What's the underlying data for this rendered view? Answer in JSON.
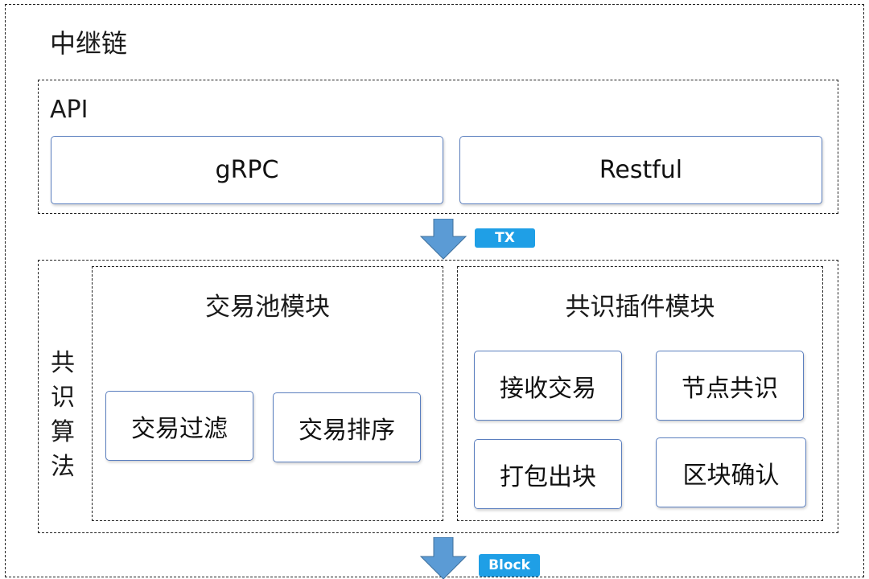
{
  "relay_chain": {
    "title": "中继链",
    "api": {
      "title": "API",
      "items": [
        "gRPC",
        "Restful"
      ]
    },
    "tx_tag": "TX",
    "consensus": {
      "side_label": [
        "共",
        "识",
        "算",
        "法"
      ],
      "tx_pool": {
        "title": "交易池模块",
        "items": [
          "交易过滤",
          "交易排序"
        ]
      },
      "plugin": {
        "title": "共识插件模块",
        "items": [
          "接收交易",
          "节点共识",
          "打包出块",
          "区块确认"
        ]
      }
    },
    "block_tag": "Block"
  },
  "colors": {
    "arrow": "#5b9bd5",
    "tag": "#1f9fe6",
    "box_border": "#5b7fbf"
  }
}
